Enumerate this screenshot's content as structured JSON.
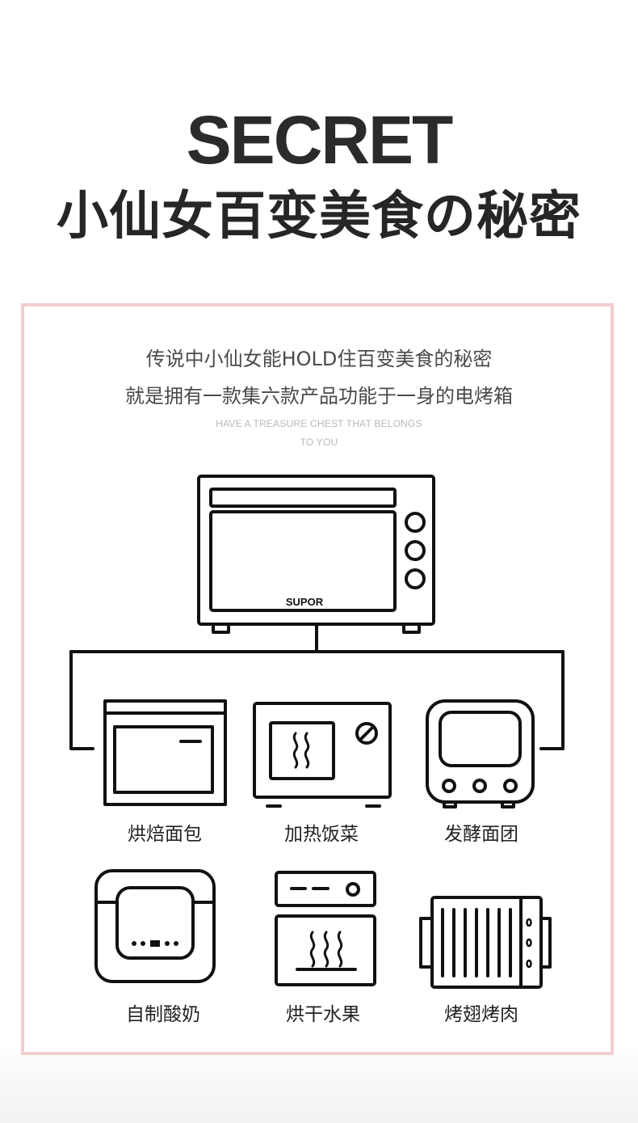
{
  "header": {
    "title_en": "SECRET",
    "title_cn": "小仙女百变美食の秘密"
  },
  "intro": {
    "line1": "传说中小仙女能HOLD住百变美食的秘密",
    "line2": "就是拥有一款集六款产品功能于一身的电烤箱",
    "sub_en_line1": "HAVE A TREASURE CHEST THAT BELONGS",
    "sub_en_line2": "TO YOU"
  },
  "oven": {
    "brand": "SUPOR"
  },
  "functions": [
    {
      "label": "烘焙面包",
      "icon": "bread-oven-icon"
    },
    {
      "label": "加热饭菜",
      "icon": "microwave-icon"
    },
    {
      "label": "发酵面团",
      "icon": "retro-appliance-icon"
    },
    {
      "label": "自制酸奶",
      "icon": "yogurt-maker-icon"
    },
    {
      "label": "烘干水果",
      "icon": "food-dryer-icon"
    },
    {
      "label": "烤翅烤肉",
      "icon": "grill-icon"
    }
  ],
  "colors": {
    "frame_border": "#f3cdd1",
    "line": "#111111",
    "title": "#2b2b2b"
  }
}
